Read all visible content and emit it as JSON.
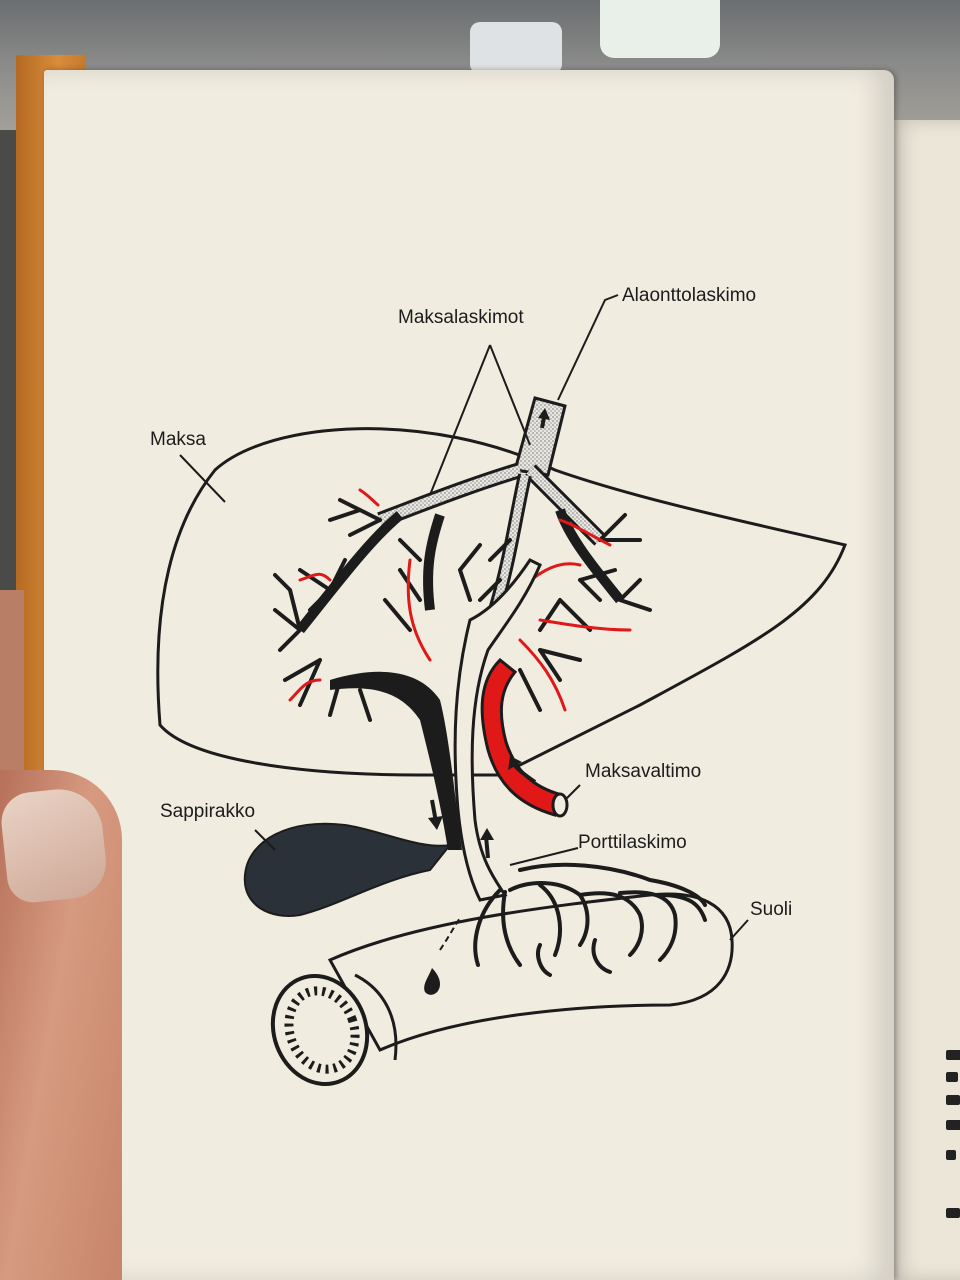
{
  "labels": {
    "alaonttolaskimo": "Alaonttolaskimo",
    "maksalaskimot": "Maksalaskimot",
    "maksa": "Maksa",
    "maksavaltimo": "Maksavaltimo",
    "sappirakko": "Sappirakko",
    "porttilaskimo": "Porttilaskimo",
    "suoli": "Suoli"
  },
  "colors": {
    "page": "#f1ece0",
    "ink": "#1c1c1c",
    "artery_red": "#e01818",
    "gallbladder": "#2a3138",
    "book_cover": "#d98c3a"
  }
}
